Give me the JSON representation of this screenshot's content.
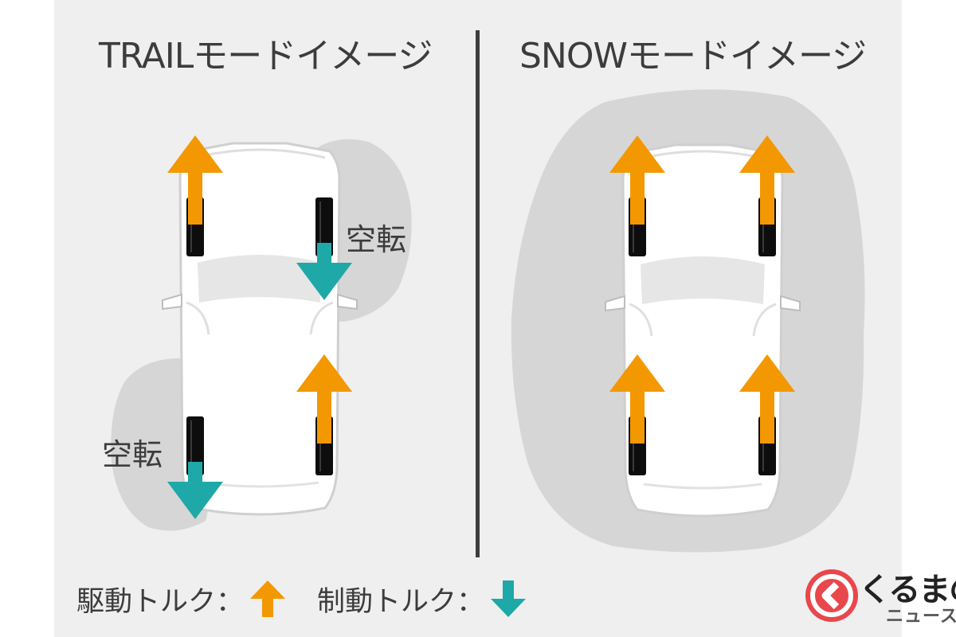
{
  "colors": {
    "drive_torque": "#f39800",
    "brake_torque": "#1fa8a8",
    "slip_area": "#d6d6d6",
    "panel_background": "#efefef"
  },
  "trail": {
    "title": "TRAILモードイメージ",
    "front_right_label": "空転",
    "rear_left_label": "空転",
    "wheels": {
      "front_left": "drive",
      "front_right": "brake",
      "rear_left": "brake",
      "rear_right": "drive"
    }
  },
  "snow": {
    "title": "SNOWモードイメージ",
    "wheels": {
      "front_left": "drive",
      "front_right": "drive",
      "rear_left": "drive",
      "rear_right": "drive"
    }
  },
  "legend": {
    "drive_label": "駆動トルク：",
    "brake_label": "制動トルク："
  },
  "logo": {
    "main": "くるまの",
    "sub": "ニュース"
  }
}
